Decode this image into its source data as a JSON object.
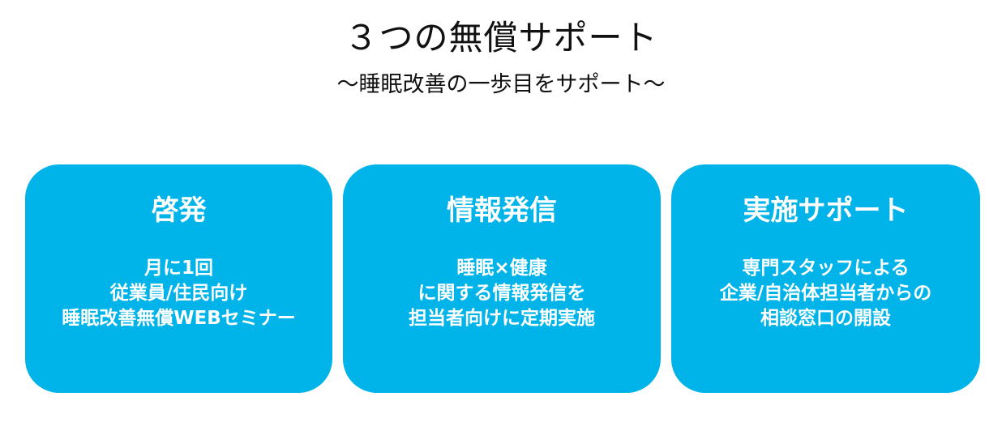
{
  "header": {
    "title": "３つの無償サポート",
    "subtitle": "～睡眠改善の一歩目をサポート～"
  },
  "colors": {
    "card_background": "#00b4ea",
    "card_text": "#ffffff",
    "title_text": "#111111"
  },
  "cards": [
    {
      "heading": "啓発",
      "lines": [
        "月に1回",
        "従業員/住民向け",
        "睡眠改善無償WEBセミナー"
      ]
    },
    {
      "heading": "情報発信",
      "lines": [
        "睡眠×健康",
        "に関する情報発信を",
        "担当者向けに定期実施"
      ]
    },
    {
      "heading": "実施サポート",
      "lines": [
        "専門スタッフによる",
        "企業/自治体担当者からの",
        "相談窓口の開設"
      ]
    }
  ]
}
